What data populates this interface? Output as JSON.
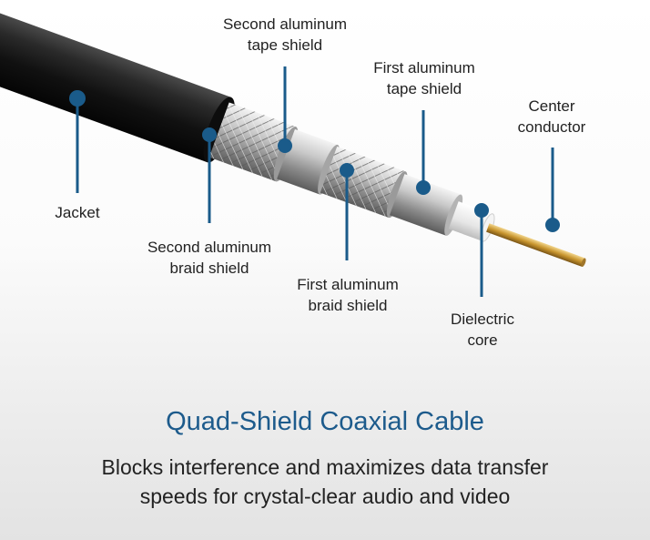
{
  "labels": {
    "second_tape_shield": [
      "Second aluminum",
      "tape shield"
    ],
    "first_tape_shield": [
      "First aluminum",
      "tape shield"
    ],
    "center_conductor": [
      "Center",
      "conductor"
    ],
    "jacket": [
      "Jacket"
    ],
    "second_braid_shield": [
      "Second aluminum",
      "braid shield"
    ],
    "first_braid_shield": [
      "First aluminum",
      "braid shield"
    ],
    "dielectric_core": [
      "Dielectric",
      "core"
    ]
  },
  "title": "Quad-Shield Coaxial Cable",
  "subtitle": [
    "Blocks interference and maximizes data transfer",
    "speeds for crystal-clear audio and video"
  ],
  "colors": {
    "accent": "#1d5b8c",
    "leader": "#1a5b8a",
    "jacket": "#1c1c1c",
    "conductor": "#c8952e"
  }
}
